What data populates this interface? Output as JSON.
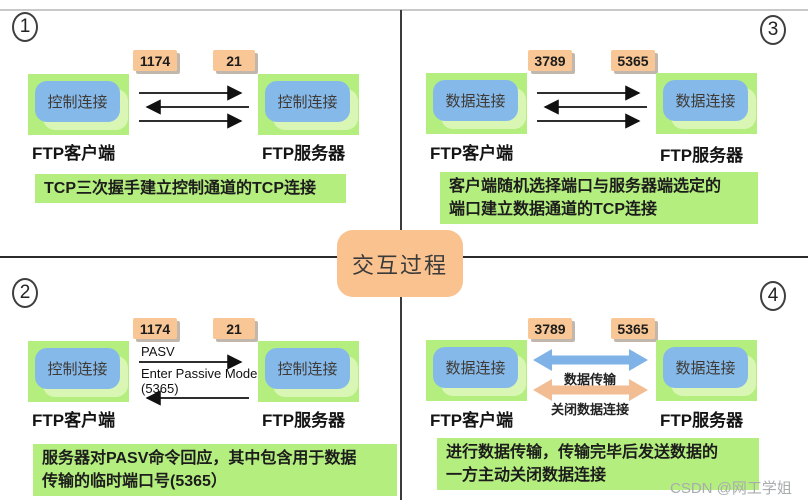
{
  "center": {
    "label": "交互过程"
  },
  "watermark": "CSDN @网工学姐",
  "colors": {
    "node_green": "#b4ee7e",
    "node_blue": "#85b9ea",
    "port_orange": "#f8c795",
    "center_orange": "#f9c28f",
    "transfer_arrow_blue": "#7fb3e8",
    "close_arrow_orange": "#f2bd92"
  },
  "q1": {
    "number": "1",
    "port_left": "1174",
    "port_right": "21",
    "node_left": "控制连接",
    "node_right": "控制连接",
    "label_left": "FTP客户端",
    "label_right": "FTP服务器",
    "caption": "TCP三次握手建立控制通道的TCP连接"
  },
  "q2": {
    "number": "2",
    "port_left": "1174",
    "port_right": "21",
    "node_left": "控制连接",
    "node_right": "控制连接",
    "label_left": "FTP客户端",
    "label_right": "FTP服务器",
    "pasv": "PASV",
    "enter_passive": "Enter Passive Mode",
    "enter_passive_port": "(5365)",
    "caption_line1": "服务器对PASV命令回应，其中包含用于数据",
    "caption_line2": "传输的临时端口号(5365）"
  },
  "q3": {
    "number": "3",
    "port_left": "3789",
    "port_right": "5365",
    "node_left": "数据连接",
    "node_right": "数据连接",
    "label_left": "FTP客户端",
    "label_right": "FTP服务器",
    "caption_line1": "客户端随机选择端口与服务器端选定的",
    "caption_line2": "端口建立数据通道的TCP连接"
  },
  "q4": {
    "number": "4",
    "port_left": "3789",
    "port_right": "5365",
    "node_left": "数据连接",
    "node_right": "数据连接",
    "label_left": "FTP客户端",
    "label_right": "FTP服务器",
    "arrow_label_top": "数据传输",
    "arrow_label_bottom": "关闭数据连接",
    "caption_line1": "进行数据传输，传输完毕后发送数据的",
    "caption_line2": "一方主动关闭数据连接"
  }
}
